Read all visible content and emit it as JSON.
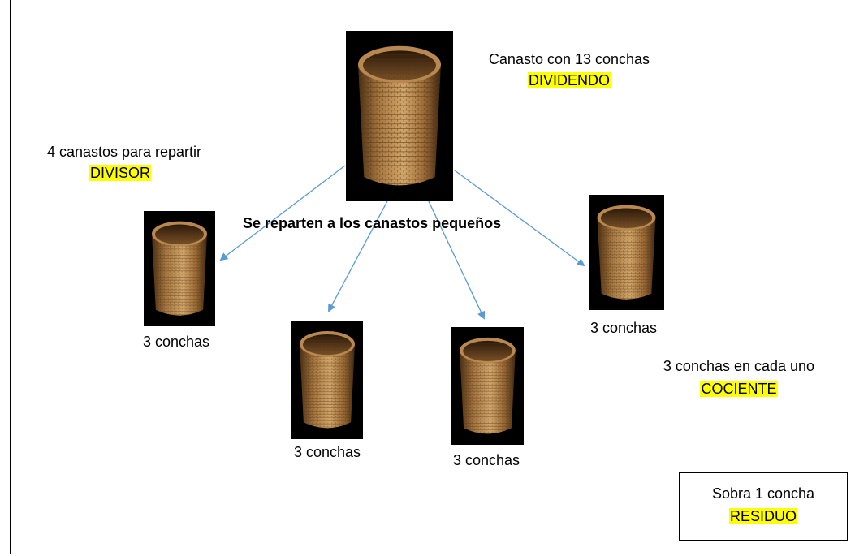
{
  "dividend": {
    "line1": "Canasto con 13 conchas",
    "term": "DIVIDENDO"
  },
  "divisor": {
    "line1": "4 canastos para repartir",
    "term": "DIVISOR"
  },
  "title": "Se reparten a los canastos pequeños",
  "small_baskets": [
    {
      "label": "3 conchas"
    },
    {
      "label": "3 conchas"
    },
    {
      "label": "3 conchas"
    },
    {
      "label": "3 conchas"
    }
  ],
  "quotient": {
    "line1": "3 conchas en cada uno",
    "term": "COCIENTE"
  },
  "residue": {
    "line1": "Sobra 1 concha",
    "term": "RESIDUO"
  },
  "colors": {
    "highlight": "#ffff00",
    "arrow": "#5b9bd5",
    "basket_dark": "#3a2410",
    "basket_light": "#c8975a"
  }
}
